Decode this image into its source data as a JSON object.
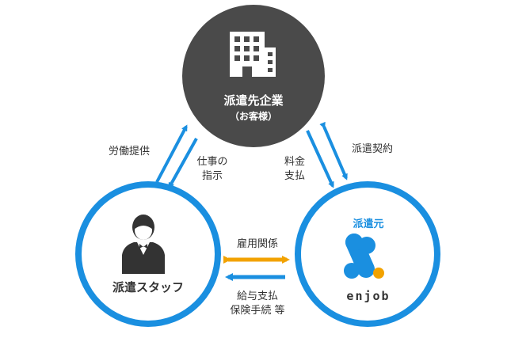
{
  "client": {
    "name": "派遣先企業",
    "subtitle": "（お客様）"
  },
  "staff": {
    "name": "派遣スタッフ"
  },
  "agency": {
    "title": "派遣元",
    "brand": "enjob"
  },
  "relations": {
    "labor_provision": "労働提供",
    "work_instruction_line1": "仕事の",
    "work_instruction_line2": "指示",
    "fee_line1": "料金",
    "fee_line2": "支払",
    "dispatch_contract": "派遣契約",
    "employment": "雇用関係",
    "salary_line1": "給与支払",
    "salary_line2": "保険手続 等"
  },
  "colors": {
    "blue": "#1a8fe0",
    "dark": "#4a4a4a",
    "orange": "#f2a200",
    "text": "#333333"
  }
}
